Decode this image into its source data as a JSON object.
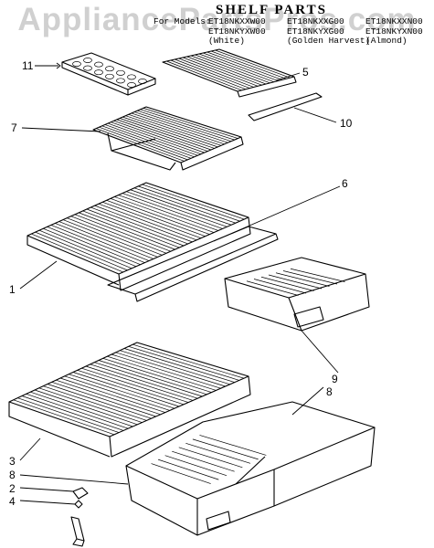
{
  "watermark": "AppliancePartsPros.com",
  "title": "SHELF PARTS",
  "models": {
    "for_models": "For Models:",
    "row1": [
      "ET18NKXXW00",
      "ET18NKXXG00",
      "ET18NKXXN00"
    ],
    "row2": [
      "ET18NKYXW00",
      "ET18NKYXG00",
      "ET18NKYXN00"
    ],
    "colors": [
      "(White)",
      "(Golden Harvest)",
      "(Almond)"
    ]
  },
  "callouts": {
    "c11": "11",
    "c5": "5",
    "c10": "10",
    "c7": "7",
    "c6": "6",
    "c1": "1",
    "c9": "9",
    "c8a": "8",
    "c3": "3",
    "c8b": "8",
    "c2": "2",
    "c4": "4"
  },
  "colors": {
    "ink": "#000000",
    "watermark": "#aaaaaa"
  }
}
